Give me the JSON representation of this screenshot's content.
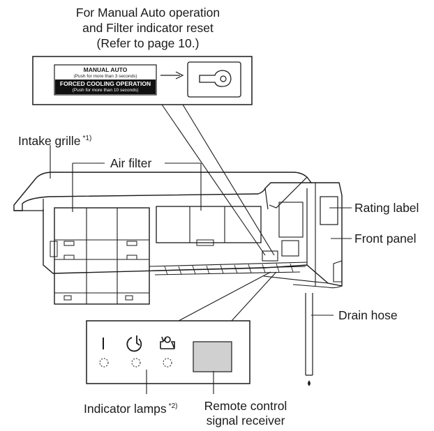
{
  "callout_top": {
    "line1": "For Manual Auto operation",
    "line2": "and Filter indicator reset",
    "line3": "(Refer to page 10.)"
  },
  "switch_label": {
    "title": "MANUAL AUTO",
    "title_note": "(Push for more than 3 seconds)",
    "forced": "FORCED COOLING OPERATION",
    "forced_note": "(Push for more than 10 seconds)"
  },
  "labels": {
    "intake_grille": "Intake grille",
    "intake_note": "*1)",
    "air_filter": "Air filter",
    "rating_label": "Rating label",
    "front_panel": "Front panel",
    "drain_hose": "Drain hose",
    "indicator_lamps": "Indicator lamps",
    "indicator_note": "*2)",
    "remote_line1": "Remote control",
    "remote_line2": "signal receiver"
  },
  "colors": {
    "stroke": "#1a1a1a",
    "receiver_fill": "#d0d0d0",
    "black_band": "#111111"
  },
  "icons": [
    "power-icon",
    "timer-icon",
    "filter-reset-icon"
  ]
}
